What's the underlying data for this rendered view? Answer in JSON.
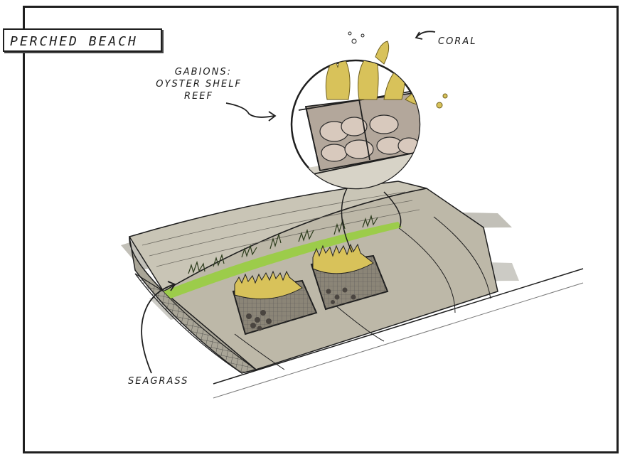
{
  "title": "PERCHED BEACH",
  "labels": {
    "coral": "CORAL",
    "gabions_line1": "GABIONS:",
    "gabions_line2": "OYSTER SHELF",
    "gabions_line3": "REEF",
    "seagrass": "SEAGRASS"
  },
  "colors": {
    "grass": "#9ccc4a",
    "coral": "#d8c25a",
    "sand": "#bdb8a8",
    "shadow": "#8f8c7e",
    "ink": "#1f1f1f",
    "shell": "#9c9188"
  }
}
